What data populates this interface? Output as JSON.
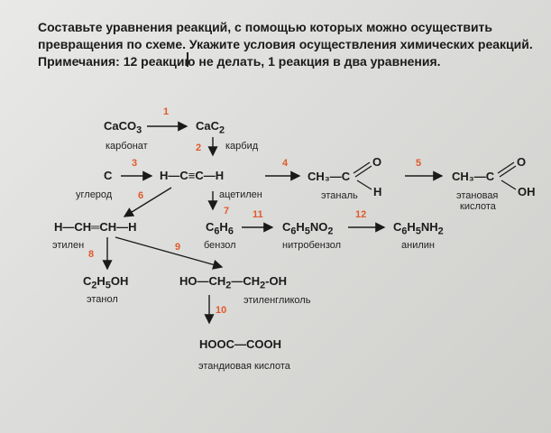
{
  "task": {
    "line1": "Составьте уравнения реакций, с помощью которых можно осуществить",
    "line2": "превращения по схеме. Укажите условия осуществления химических реакций.",
    "line3": "Примечания: 12 реакцию не делать, 1 реакция в два уравнения."
  },
  "compounds": {
    "caco3": {
      "pre": "CaCO",
      "sub": "3",
      "post": "",
      "name": "карбонат"
    },
    "cac2": {
      "pre": "CaC",
      "sub": "2",
      "post": "",
      "name": "карбид"
    },
    "c": {
      "text": "C",
      "name": "углерод"
    },
    "acetylene": {
      "text": "H—C≡C—H",
      "name": "ацетилен"
    },
    "ethanal": {
      "text": "CH₃—C",
      "o": "O",
      "h": "H",
      "name": "этаналь"
    },
    "ethanoic": {
      "text": "CH₃—C",
      "o": "O",
      "oh": "OH",
      "name1": "этановая",
      "name2": "кислота"
    },
    "ethylene": {
      "text": "H—CH═CH—H",
      "name": "этилен"
    },
    "benzene": {
      "pre": "C",
      "sub1": "6",
      "mid": "H",
      "sub2": "6",
      "name": "бензол"
    },
    "nitrobenzene": {
      "pre": "C",
      "sub1": "6",
      "mid": "H",
      "sub2": "5",
      "post": "NO",
      "sub3": "2",
      "name": "нитробензол"
    },
    "aniline": {
      "pre": "C",
      "sub1": "6",
      "mid": "H",
      "sub2": "5",
      "post": "NH",
      "sub3": "2",
      "name": "анилин"
    },
    "ethanol": {
      "pre": "C",
      "sub1": "2",
      "mid": "H",
      "sub2": "5",
      "post": "OH",
      "name": "этанол"
    },
    "glycol": {
      "text1": "HO—CH",
      "sub1": "2",
      "text2": "—CH",
      "sub2": "2",
      "text3": "-OH",
      "name": "этиленгликоль"
    },
    "oxalic": {
      "text": "HOOC—COOH",
      "name": "этандиовая кислота"
    }
  },
  "reaction_numbers": [
    "1",
    "2",
    "3",
    "4",
    "5",
    "6",
    "7",
    "8",
    "9",
    "10",
    "11",
    "12"
  ],
  "colors": {
    "number": "#e05a2a",
    "text": "#1a1a1a"
  }
}
